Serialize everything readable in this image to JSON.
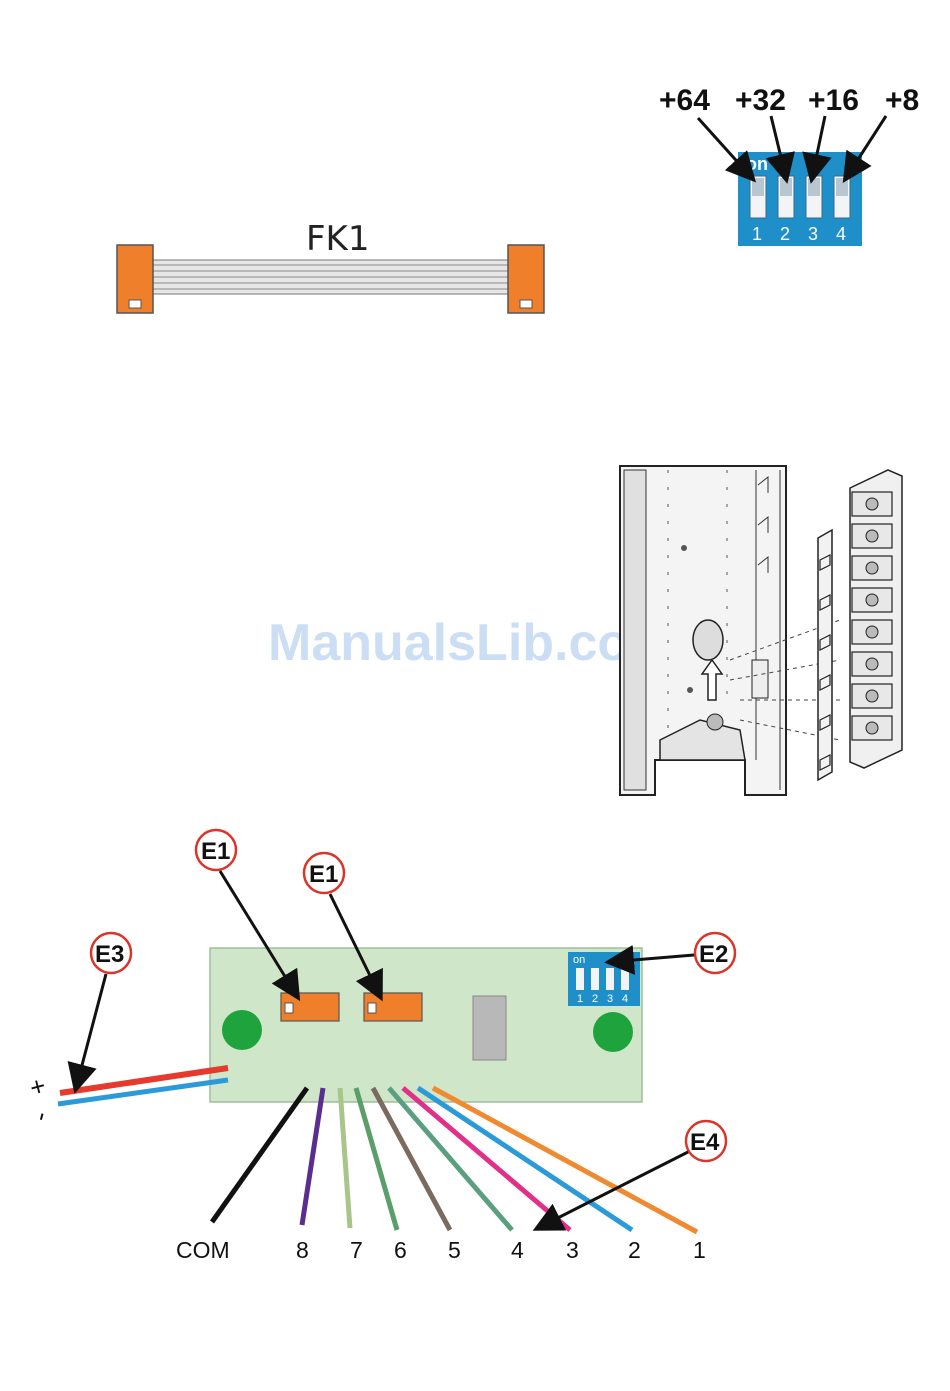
{
  "dip_switch_weights": [
    "+64",
    "+32",
    "+16",
    "+8"
  ],
  "dip_switch": {
    "on_label": "on",
    "positions": [
      "1",
      "2",
      "3",
      "4"
    ]
  },
  "cable_label": "FK1",
  "watermark": "ManualsLib.com",
  "callouts": {
    "e1_left": "E1",
    "e1_right": "E1",
    "e2": "E2",
    "e3": "E3",
    "e4": "E4"
  },
  "board_dip": {
    "on_label": "on",
    "positions": [
      "1",
      "2",
      "3",
      "4"
    ]
  },
  "polarity": {
    "plus": "+",
    "minus": "-"
  },
  "wires": [
    {
      "label": "COM",
      "color": "#111111"
    },
    {
      "label": "8",
      "color": "#5b2d8e"
    },
    {
      "label": "7",
      "color": "#a9c58a"
    },
    {
      "label": "6",
      "color": "#5a9e6a"
    },
    {
      "label": "5",
      "color": "#7b6a5e"
    },
    {
      "label": "4",
      "color": "#5aa080"
    },
    {
      "label": "3",
      "color": "#e0308a"
    },
    {
      "label": "2",
      "color": "#2a9ad8"
    },
    {
      "label": "1",
      "color": "#f08a30"
    }
  ],
  "colors": {
    "dip_blue": "#1f8fc9",
    "connector_orange": "#f07f2b",
    "board_green": "#cfe6c8",
    "mount_hole_green": "#1fa33c",
    "power_red": "#e53a2c",
    "power_blue": "#2a9ad8",
    "callout_red": "#d9362b"
  }
}
